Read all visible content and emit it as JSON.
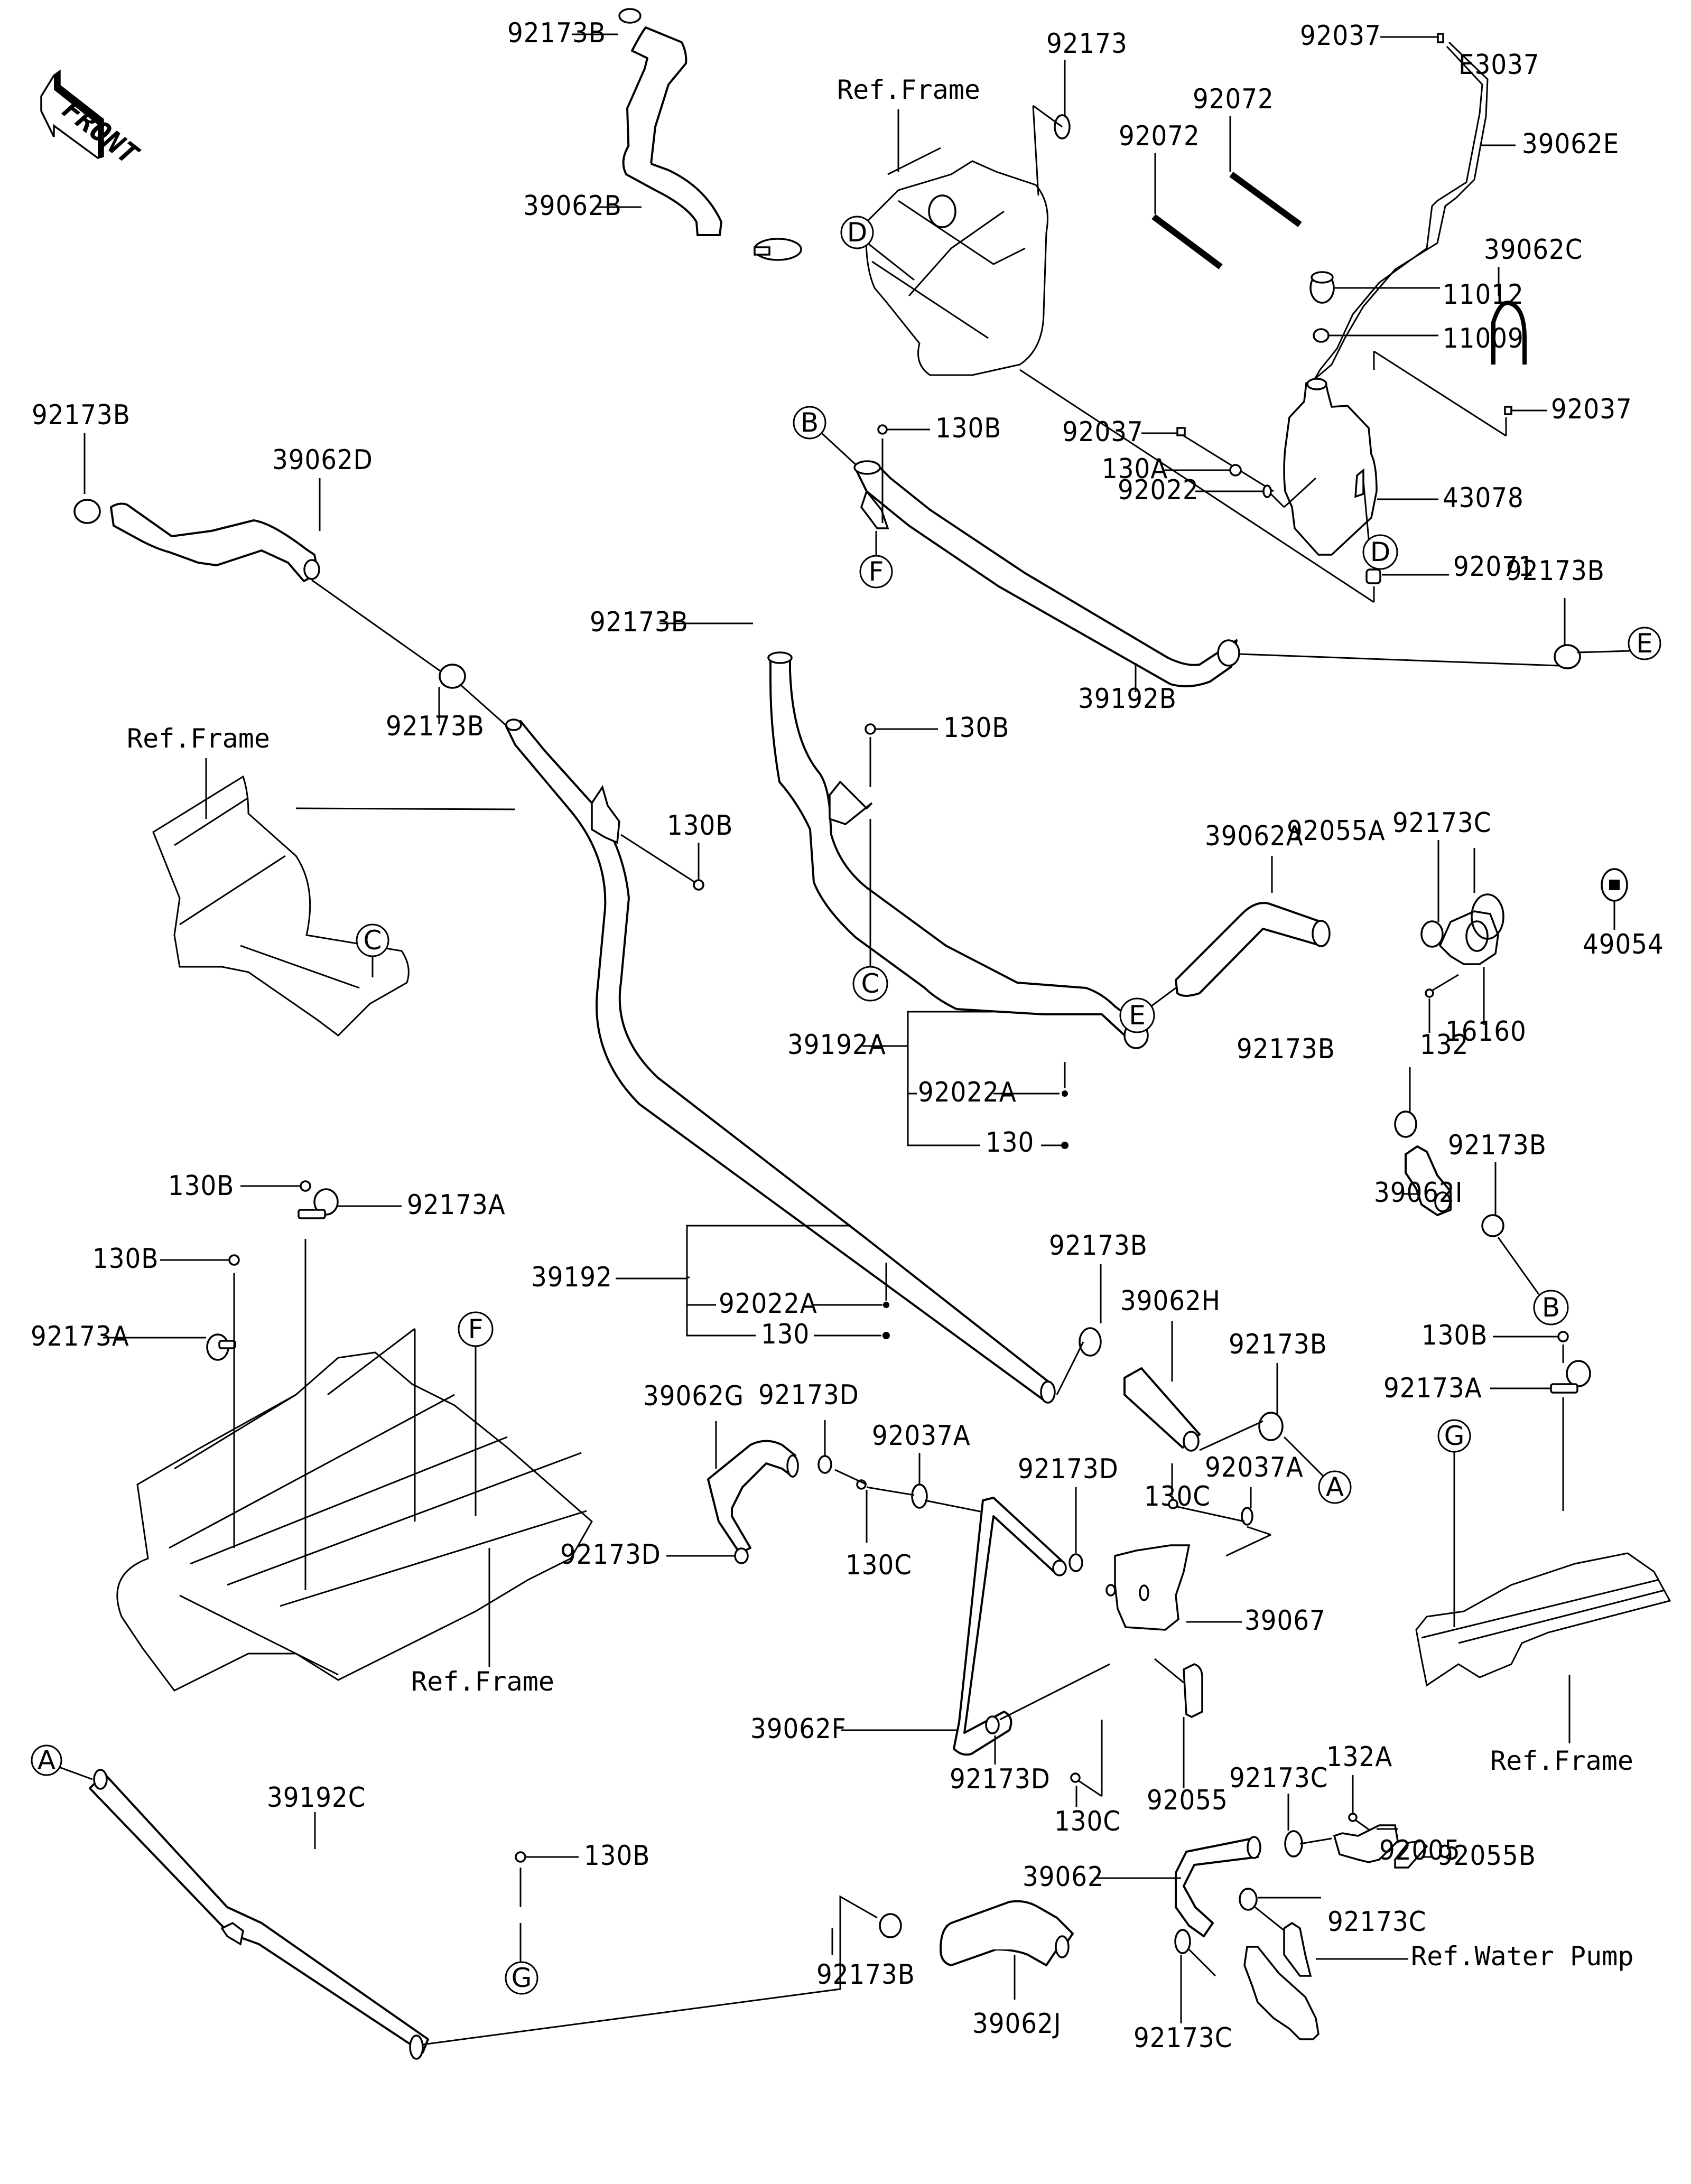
{
  "diagram": {
    "title_code": "E3037",
    "front_label": "FRONT",
    "refs": {
      "frame": "Ref.Frame",
      "water_pump": "Ref.Water Pump"
    },
    "callouts": [
      "A",
      "B",
      "C",
      "D",
      "E",
      "F",
      "G"
    ],
    "parts": {
      "p92173B_top": "92173B",
      "p39062B": "39062B",
      "p92173B_mid": "92173B",
      "p92173_top": "92173",
      "p92037_top": "92037",
      "p39062E": "39062E",
      "p92072_a": "92072",
      "p92072_b": "92072",
      "p39062C": "39062C",
      "p11012": "11012",
      "p11009": "11009",
      "p92037_mid": "92037",
      "p92037_right": "92037",
      "p130B_top": "130B",
      "p130A": "130A",
      "p92022": "92022",
      "p43078": "43078",
      "p92071": "92071",
      "p92173B_e": "92173B",
      "p39192B": "39192B",
      "p92173B_left": "92173B",
      "p39062D": "39062D",
      "p92173B_d": "92173B",
      "p130B_left": "130B",
      "p130B_mid": "130B",
      "p39062A": "39062A",
      "p92173C_top": "92173C",
      "p92055A": "92055A",
      "p49054": "49054",
      "p16160": "16160",
      "p132": "132",
      "p39192A": "39192A",
      "p92022A_a": "92022A",
      "p130_a": "130",
      "p92173B_i": "92173B",
      "p39062I": "39062I",
      "p92173B_i2": "92173B",
      "p130B_fl1": "130B",
      "p92173A_fl1": "92173A",
      "p130B_fl2": "130B",
      "p92173A_fl2": "92173A",
      "p39192": "39192",
      "p92022A_b": "92022A",
      "p130_b": "130",
      "p92173B_h": "92173B",
      "p39062H": "39062H",
      "p92173B_h2": "92173B",
      "p130B_right": "130B",
      "p92173A_right": "92173A",
      "p39062G": "39062G",
      "p92173D_a": "92173D",
      "p92037A_a": "92037A",
      "p92173D_b": "92173D",
      "p130C_a": "130C",
      "p130C_b": "130C",
      "p92037A_b": "92037A",
      "p92173D_c": "92173D",
      "p39067": "39067",
      "p39062F": "39062F",
      "p92173D_d": "92173D",
      "p130C_c": "130C",
      "p92055": "92055",
      "p132A": "132A",
      "p92173C_b": "92173C",
      "p92005": "92005",
      "p92055B": "92055B",
      "p39062": "39062",
      "p92173C_c": "92173C",
      "p39192C": "39192C",
      "p130B_bottom": "130B",
      "p92173B_j": "92173B",
      "p39062J": "39062J",
      "p92173C_d": "92173C"
    }
  }
}
